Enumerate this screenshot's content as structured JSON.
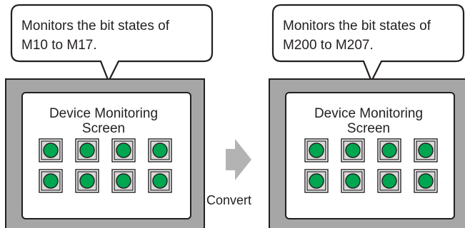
{
  "left": {
    "callout_line1": "Monitors the bit states of",
    "callout_line2": "M10 to M17.",
    "screen_title_line1": "Device Monitoring",
    "screen_title_line2": "Screen",
    "lamp_color": "#00a650"
  },
  "right": {
    "callout_line1": "Monitors the bit states of",
    "callout_line2": "M200 to M207.",
    "screen_title_line1": "Device Monitoring",
    "screen_title_line2": "Screen",
    "lamp_color": "#00a650"
  },
  "convert_label": "Convert",
  "colors": {
    "panel_gray": "#a6a6a6",
    "arrow_gray": "#b3b3b3",
    "lamp_green": "#00a650",
    "outline": "#231f20"
  }
}
